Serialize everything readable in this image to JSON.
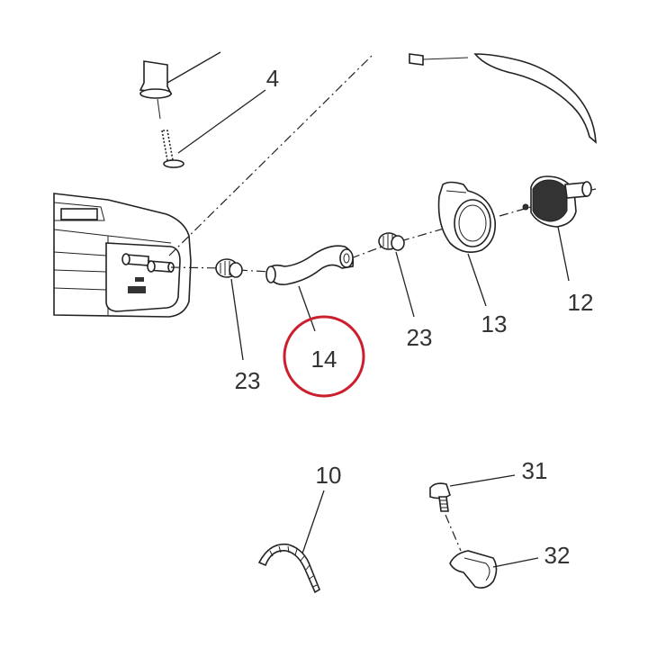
{
  "callouts": {
    "c4": "4",
    "c10": "10",
    "c12": "12",
    "c13": "13",
    "c14": "14",
    "c23a": "23",
    "c23b": "23",
    "c31": "31",
    "c32": "32"
  },
  "highlight": {
    "color": "#cc1f2d",
    "part": "14"
  }
}
